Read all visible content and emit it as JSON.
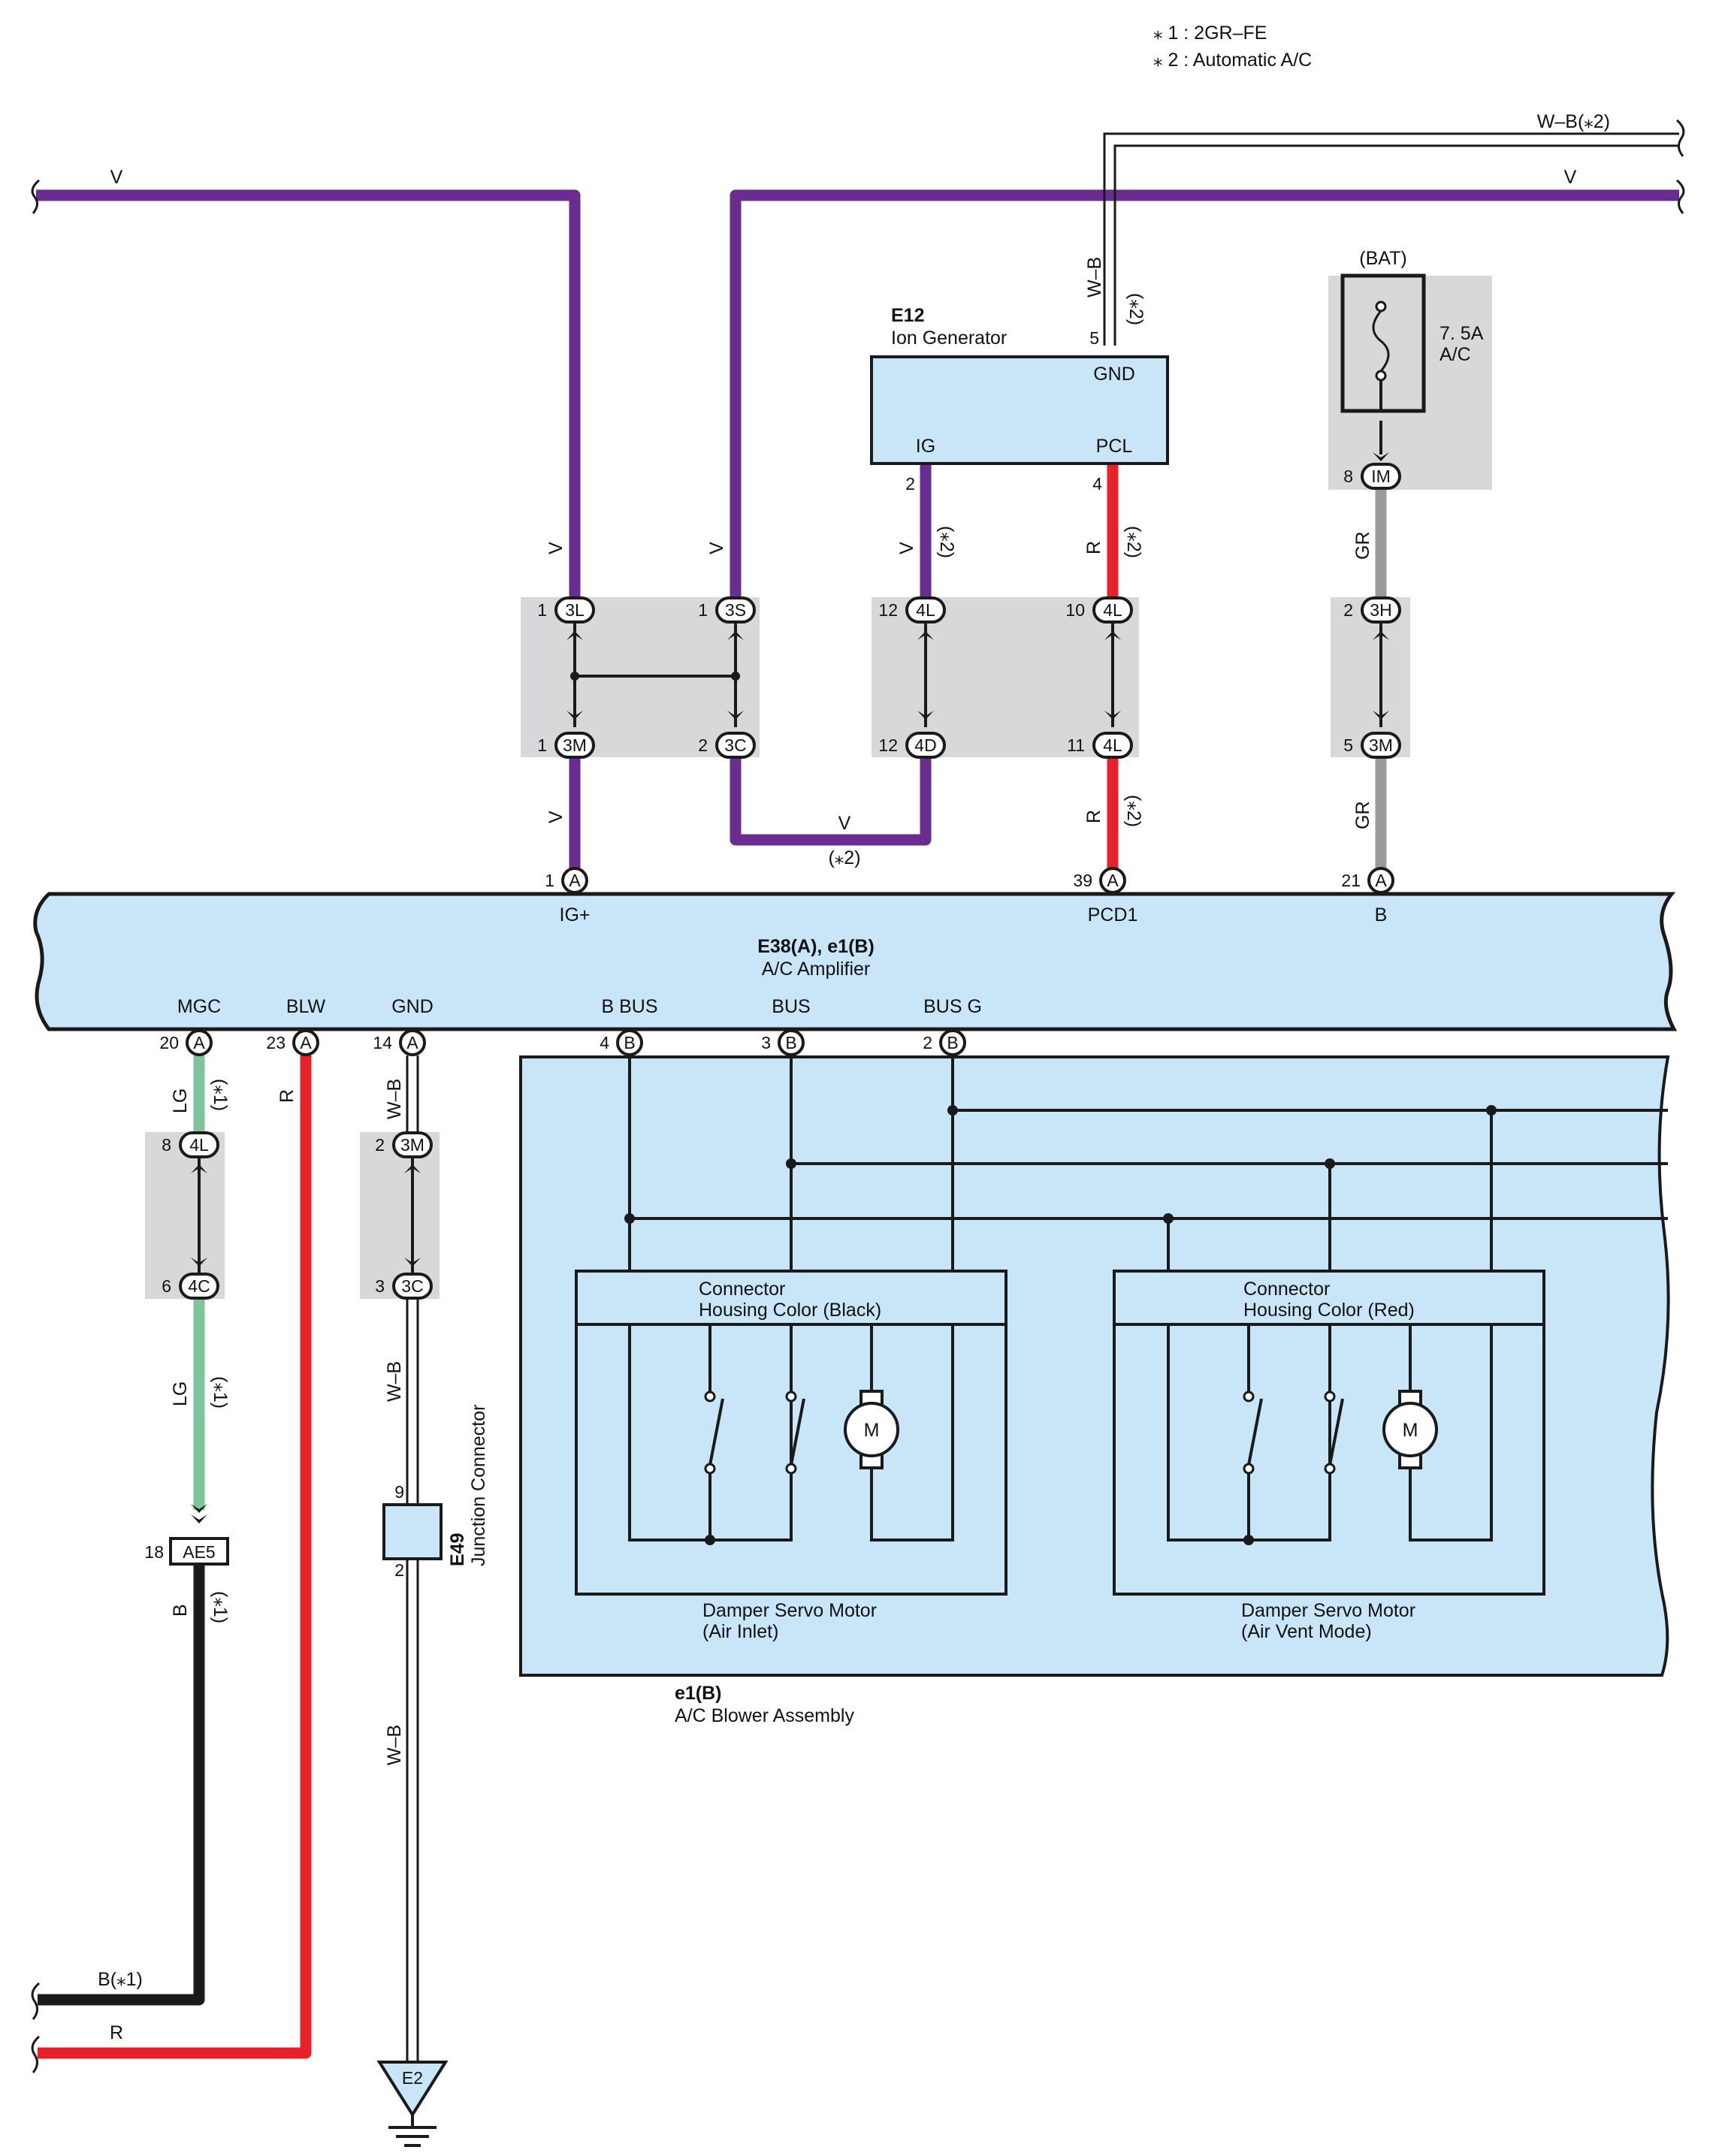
{
  "notes": {
    "n1": "⁎ 1 : 2GR–FE",
    "n2": "⁎ 2 : Automatic A/C"
  },
  "colors": {
    "violet": "#6a2c8e",
    "red": "#e8202a",
    "gray": "#9a9a9a",
    "lightgreen": "#7dc49a",
    "black": "#1a1a1a",
    "panel": "#c8e6f8",
    "junction": "#d8d8da"
  },
  "wires": {
    "top_v_left": "V",
    "top_v_right": "V",
    "wb_top": "W–B(⁎2)",
    "wb_e12": "W–B",
    "wb_e12_note": "(⁎2)",
    "v_3l": "V",
    "v_3s": "V",
    "v_ig": "V",
    "v_ig_note": "(⁎2)",
    "r_pcl": "R",
    "r_pcl_note": "(⁎2)",
    "gr_upper": "GR",
    "v_3m": "V",
    "v_loop": "V",
    "v_loop_note": "(⁎2)",
    "r_pcd": "R",
    "r_pcd_note": "(⁎2)",
    "gr_lower": "GR",
    "lg_upper": "LG",
    "lg_upper_note": "(⁎1)",
    "r_blw": "R",
    "wb_gnd_upper": "W–B",
    "lg_lower": "LG",
    "lg_lower_note": "(⁎1)",
    "wb_gnd_mid": "W–B",
    "b_lower": "B",
    "b_lower_note": "(⁎1)",
    "wb_gnd_lower": "W–B",
    "b_bottom": "B(⁎1)",
    "r_bottom": "R"
  },
  "e12": {
    "code": "E12",
    "name": "Ion Generator",
    "gnd": "GND",
    "ig": "IG",
    "pcl": "PCL",
    "pin_gnd": "5",
    "pin_ig": "2",
    "pin_pcl": "4"
  },
  "bat": {
    "label": "(BAT)",
    "fuse_amp": "7. 5A",
    "fuse_name": "A/C",
    "pin": "8",
    "connector": "IM"
  },
  "junctions": {
    "j1": {
      "pin_top": "1",
      "conn_top": "3L",
      "pin_bot": "1",
      "conn_bot": "3M"
    },
    "j2": {
      "pin_top": "1",
      "conn_top": "3S",
      "pin_bot": "2",
      "conn_bot": "3C"
    },
    "j3": {
      "pin_top": "12",
      "conn_top": "4L",
      "pin_bot": "12",
      "conn_bot": "4D"
    },
    "j4": {
      "pin_top": "10",
      "conn_top": "4L",
      "pin_bot": "11",
      "conn_bot": "4L"
    },
    "j5": {
      "pin_top": "2",
      "conn_top": "3H",
      "pin_bot": "5",
      "conn_bot": "3M"
    },
    "j6": {
      "pin_top": "8",
      "conn_top": "4L",
      "pin_bot": "6",
      "conn_bot": "4C"
    },
    "j7": {
      "pin_top": "2",
      "conn_top": "3M",
      "pin_bot": "3",
      "conn_bot": "3C"
    }
  },
  "amp": {
    "code": "E38(A), e1(B)",
    "name": "A/C Amplifier",
    "top_pins": [
      {
        "num": "1",
        "conn": "A",
        "label": "IG+"
      },
      {
        "num": "39",
        "conn": "A",
        "label": "PCD1"
      },
      {
        "num": "21",
        "conn": "A",
        "label": "B"
      }
    ],
    "bottom_pins": [
      {
        "num": "20",
        "conn": "A",
        "label": "MGC"
      },
      {
        "num": "23",
        "conn": "A",
        "label": "BLW"
      },
      {
        "num": "14",
        "conn": "A",
        "label": "GND"
      },
      {
        "num": "4",
        "conn": "B",
        "label": "B BUS"
      },
      {
        "num": "3",
        "conn": "B",
        "label": "BUS"
      },
      {
        "num": "2",
        "conn": "B",
        "label": "BUS G"
      }
    ]
  },
  "ae5": {
    "pin": "18",
    "label": "AE5"
  },
  "e49": {
    "code": "E49",
    "name": "Junction Connector",
    "pin_top": "9",
    "pin_bot": "2"
  },
  "ground": {
    "label": "E2"
  },
  "blower": {
    "code": "e1(B)",
    "name": "A/C Blower Assembly",
    "motor1": {
      "conn1": "Connector",
      "conn2": "Housing Color (Black)",
      "name1": "Damper Servo Motor",
      "name2": "(Air Inlet)",
      "m": "M"
    },
    "motor2": {
      "conn1": "Connector",
      "conn2": "Housing Color (Red)",
      "name1": "Damper Servo Motor",
      "name2": "(Air Vent Mode)",
      "m": "M"
    }
  }
}
